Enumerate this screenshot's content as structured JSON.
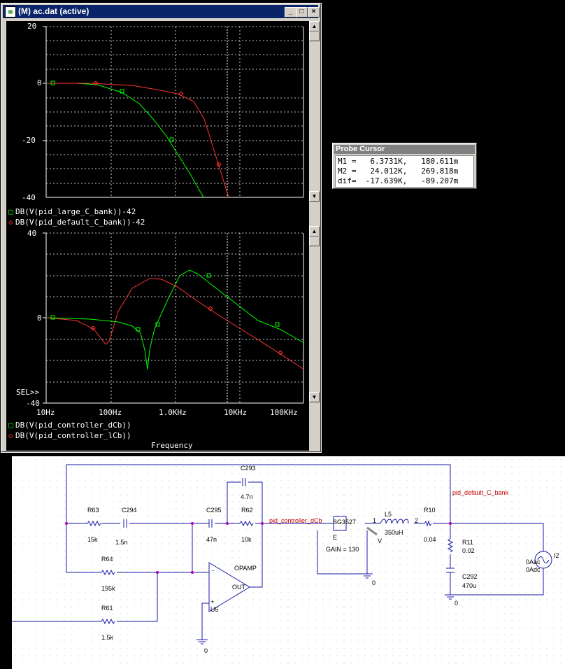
{
  "window": {
    "title": "(M) ac.dat (active)",
    "buttons": {
      "minimize": "_",
      "maximize": "□",
      "close": "×"
    }
  },
  "plot_top": {
    "y_ticks": [
      "20",
      "0",
      "-20",
      "-40"
    ],
    "legend": [
      {
        "marker": "□",
        "label": "DB(V(pid_large_C_bank))-42",
        "color": "#00ff00"
      },
      {
        "marker": "◇",
        "label": "DB(V(pid_default_C_bank))-42",
        "color": "#ff3030"
      }
    ]
  },
  "plot_bottom": {
    "y_ticks": [
      "40",
      "0",
      "-40"
    ],
    "sel_label": "SEL>>",
    "x_ticks": [
      "10Hz",
      "100Hz",
      "1.0KHz",
      "10KHz",
      "100KHz"
    ],
    "legend": [
      {
        "marker": "□",
        "label": "DB(V(pid_controller_dCb))",
        "color": "#00ff00"
      },
      {
        "marker": "◇",
        "label": "DB(V(pid_controller_lCb))",
        "color": "#ff3030"
      }
    ],
    "x_axis_label": "Frequency"
  },
  "probe_cursor": {
    "title": "Probe Cursor",
    "rows": [
      "M1 =   6.3731K,   180.611m",
      "M2 =   24.012K,   269.818m",
      "dif=  -17.639K,   -89.207m"
    ]
  },
  "schematic": {
    "labels": {
      "c293": "C293",
      "c293_val": "4.7n",
      "r63": "R63",
      "r63_val": "15k",
      "c294": "C294",
      "c294_val": "1.5n",
      "c295": "C295",
      "c295_val": "47n",
      "r62": "R62",
      "r62_val": "10k",
      "r64": "R64",
      "r64_val": "195k",
      "r61": "R61",
      "r61_val": "1.5k",
      "opamp": "OPAMP",
      "out": "OUT",
      "u5": "U5",
      "minus": "-",
      "plus": "+",
      "gnd0_a": "0",
      "gnd0_b": "0",
      "gnd0_c": "0",
      "net_dcb": "pid_controller_dCb",
      "net_default": "pid_default_C_bank",
      "sg": "SG3527",
      "e": "E",
      "gain": "GAIN = 130",
      "l5": "L5",
      "l5_val": "350uH",
      "pin1": "1",
      "pin2": "2",
      "r10": "R10",
      "r10_val": "0.04",
      "r11": "R11",
      "r11_val": "0.02",
      "c292": "C292",
      "c292_val": "470u",
      "i2": "I2",
      "i2_ac": "0Aac",
      "i2_dc": "0Adc",
      "v": "V"
    }
  },
  "colors": {
    "green_trace": "#00ff00",
    "red_trace": "#ff3030",
    "net_label": "#c00000"
  }
}
